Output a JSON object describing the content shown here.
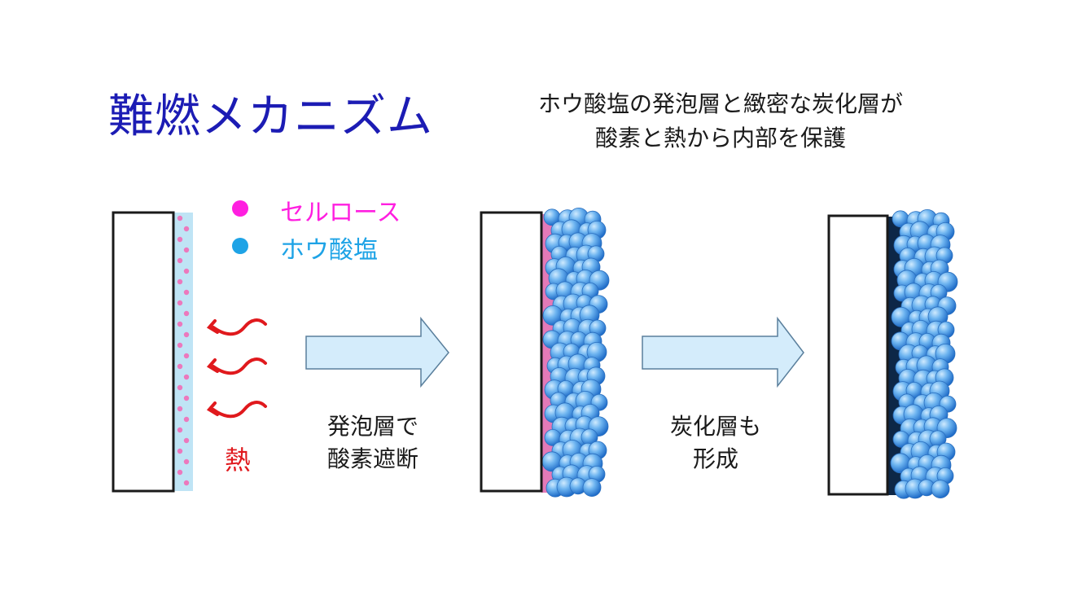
{
  "title": "難燃メカニズム",
  "subtitle": {
    "line1": "ホウ酸塩の発泡層と緻密な炭化層が",
    "line2": "酸素と熱から内部を保護"
  },
  "legend": [
    {
      "label": "セルロース",
      "color": "#ff1fe0"
    },
    {
      "label": "ホウ酸塩",
      "color": "#1ea3e6"
    }
  ],
  "heat_label": "熱",
  "step1_caption": {
    "line1": "発泡層で",
    "line2": "酸素遮断"
  },
  "step2_caption": {
    "line1": "炭化層も",
    "line2": "形成"
  },
  "colors": {
    "title": "#1c1cb4",
    "heat": "#e0191d",
    "arrow_fill": "#d4ecfb",
    "arrow_stroke": "#5a7f9c",
    "coating": "#bfe4f5",
    "cellulose_dot": "#ec78bd",
    "foam_back": "#e37ab8",
    "char_layer": "#0d2747",
    "bubble": "#4a9de8"
  }
}
